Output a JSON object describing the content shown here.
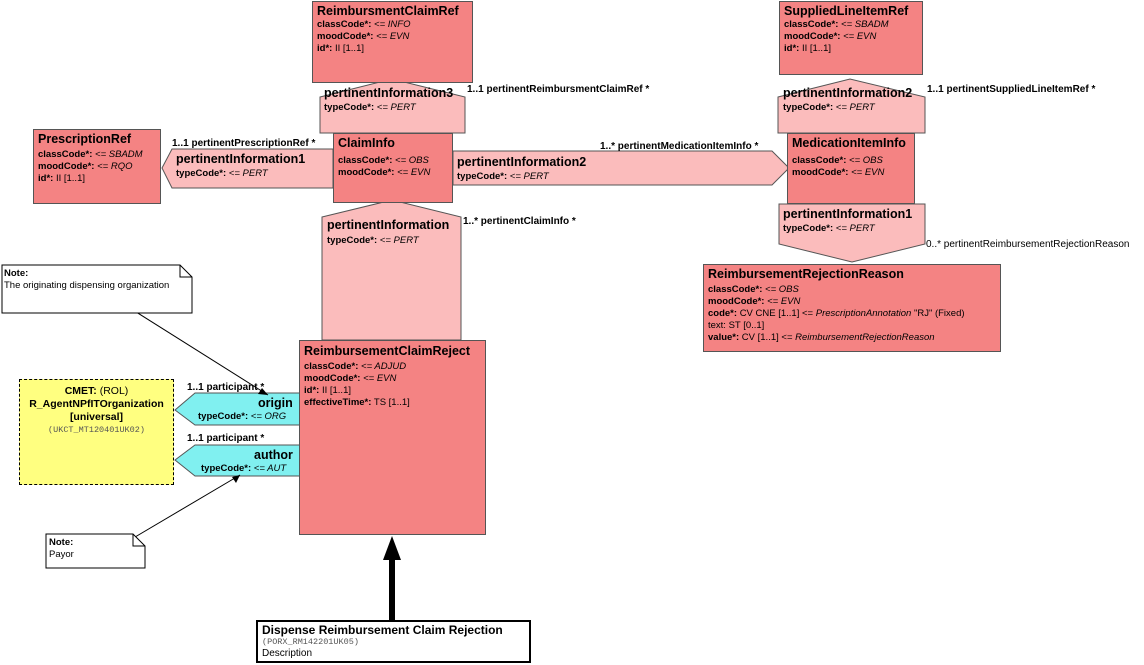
{
  "classes": {
    "reimbursment_claim_ref": {
      "title": "ReimbursmentClaimRef",
      "class_code": "<= INFO",
      "mood_code": "<= EVN",
      "id": "II [1..1]"
    },
    "supplied_line_item_ref": {
      "title": "SuppliedLineItemRef",
      "class_code": "<= SBADM",
      "mood_code": "<= EVN",
      "id": "II [1..1]"
    },
    "prescription_ref": {
      "title": "PrescriptionRef",
      "class_code": "<= SBADM",
      "mood_code": "<= RQO",
      "id": "II [1..1]"
    },
    "claim_info": {
      "title": "ClaimInfo",
      "class_code": "<= OBS",
      "mood_code": "<= EVN"
    },
    "medication_item_info": {
      "title": "MedicationItemInfo",
      "class_code": "<= OBS",
      "mood_code": "<= EVN"
    },
    "reimbursement_rejection_reason": {
      "title": "ReimbursementRejectionReason",
      "class_code": "<= OBS",
      "mood_code": "<= EVN",
      "code_prefix": "CV CNE [1..1] <=",
      "code_domain": "PrescriptionAnnotation",
      "code_suffix": "\"RJ\" (Fixed)",
      "text": "ST [0..1]",
      "value_prefix": "CV [1..1] <=",
      "value_domain": "ReimbursementRejectionReason"
    },
    "reimbursement_claim_reject": {
      "title": "ReimbursementClaimReject",
      "class_code": "<= ADJUD",
      "mood_code": "<= EVN",
      "id": "II [1..1]",
      "effective_time": "TS [1..1]"
    }
  },
  "attr_labels": {
    "class_code": "classCode*:",
    "mood_code": "moodCode*:",
    "id": "id*:",
    "type_code": "typeCode*:",
    "effective_time": "effectiveTime*:",
    "code": "code*:",
    "text": "text:",
    "value": "value*:"
  },
  "assocs": {
    "pi3": {
      "title": "pertinentInformation3",
      "type_code": "<= PERT",
      "label": "1..1 pertinentReimbursmentClaimRef  *"
    },
    "pi2_supplied": {
      "title": "pertinentInformation2",
      "type_code": "<= PERT",
      "label": "1..1 pertinentSuppliedLineItemRef  *"
    },
    "pi1_prescription": {
      "title": "pertinentInformation1",
      "type_code": "<= PERT",
      "label": "1..1 pertinentPrescriptionRef  *"
    },
    "pi2_medication": {
      "title": "pertinentInformation2",
      "type_code": "<= PERT",
      "label": "1..* pertinentMedicationItemInfo  *"
    },
    "pi1_rejection": {
      "title": "pertinentInformation1",
      "type_code": "<= PERT",
      "label": "0..* pertinentReimbursementRejectionReason"
    },
    "pi_claim": {
      "title": "pertinentInformation",
      "type_code": "<= PERT",
      "label": "1..* pertinentClaimInfo  *"
    },
    "origin": {
      "title": "origin",
      "type_code": "<= ORG",
      "label": "1..1 participant  *"
    },
    "author": {
      "title": "author",
      "type_code": "<= AUT",
      "label": "1..1 participant  *"
    }
  },
  "cmet": {
    "prefix": "CMET:",
    "role": "(ROL)",
    "name": "R_AgentNPfITOrganization",
    "flavor": "[universal]",
    "id": "(UKCT_MT120401UK02)"
  },
  "notes": {
    "originating": {
      "title": "Note:",
      "text": "The originating dispensing organization"
    },
    "payor": {
      "title": "Note:",
      "text": "Payor"
    }
  },
  "entry": {
    "title": "Dispense Reimbursement Claim Rejection",
    "id": "(PORX_RM142201UK05)",
    "desc": "Description"
  },
  "colors": {
    "class_fill": "#f48383",
    "assoc_fill": "#fbbcbc",
    "participation_fill": "#80f0f0",
    "cmet_fill": "#ffff80"
  }
}
